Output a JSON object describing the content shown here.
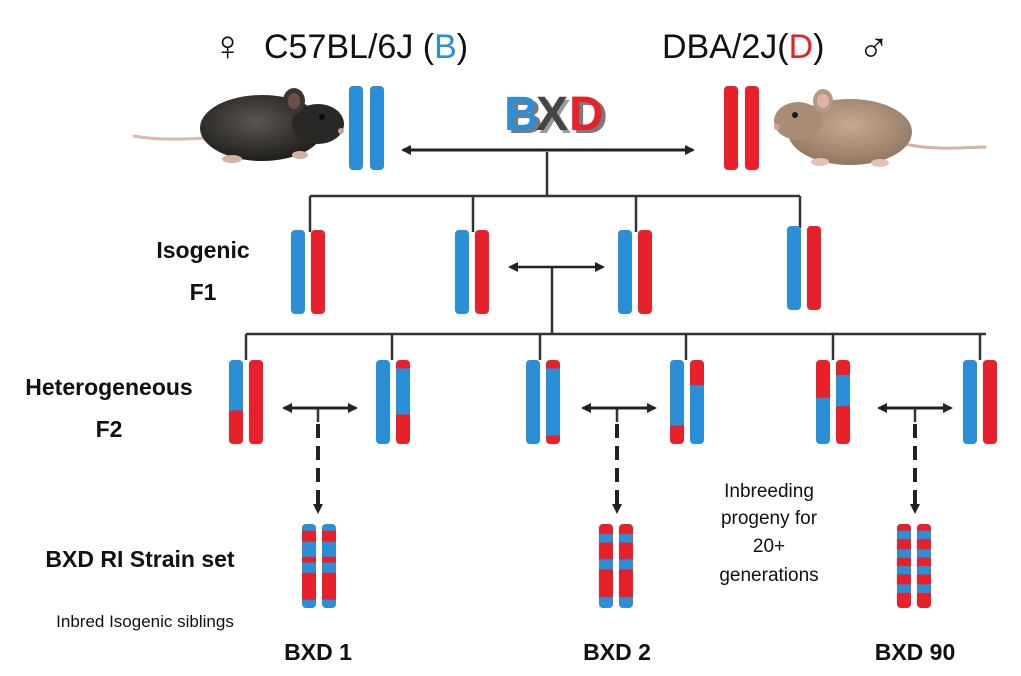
{
  "parents": {
    "female": {
      "symbol": "♀",
      "name_prefix": "C57BL/6J (",
      "code": "B",
      "name_suffix": ")",
      "code_color": "#2a8fd6"
    },
    "male": {
      "name_prefix": "DBA/2J(",
      "code": "D",
      "name_suffix": ")",
      "symbol": "♂",
      "code_color": "#e8202a"
    }
  },
  "cross_logo": {
    "b": "B",
    "x": "X",
    "d": "D"
  },
  "generations": {
    "f1_line1": "Isogenic",
    "f1_line2": "F1",
    "f2_line1": "Heterogeneous",
    "f2_line2": "F2"
  },
  "strain_set": {
    "title": "BXD RI Strain set",
    "subtitle": "Inbred Isogenic siblings"
  },
  "inbreeding_note": {
    "line1": "Inbreeding",
    "line2": "progeny for",
    "line3": "20+",
    "line4": "generations"
  },
  "strains": [
    "BXD 1",
    "BXD 2",
    "BXD 90"
  ],
  "colors": {
    "b_allele": "#2a8fd6",
    "d_allele": "#e8202a",
    "line": "#333333"
  },
  "icons": [
    "female-symbol",
    "male-symbol",
    "black-mouse",
    "brown-mouse",
    "chromosome-pair"
  ]
}
